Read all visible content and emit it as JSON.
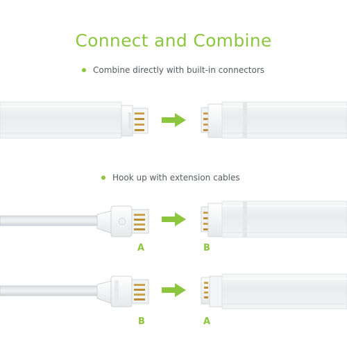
{
  "title": "Connect and Combine",
  "sections": [
    {
      "bullet": "Combine directly with built-in connectors"
    },
    {
      "bullet": "Hook up with extension cables"
    }
  ],
  "labels": {
    "cable_row_1_left": "A",
    "cable_row_1_right": "B",
    "cable_row_2_left": "B",
    "cable_row_2_right": "A"
  },
  "colors": {
    "accent": "#8cc63f",
    "text": "#555b61",
    "bar": "#eceeef",
    "connector_pins": "#c9a24a"
  },
  "icons": [
    "bullet-dot",
    "arrow-right-icon",
    "light-bar",
    "connector",
    "extension-cable"
  ]
}
